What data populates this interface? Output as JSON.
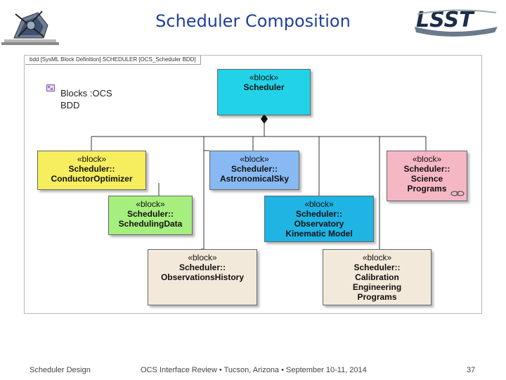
{
  "slide": {
    "title": "Scheduler Composition",
    "footer_left": "Scheduler Design",
    "footer_center": "OCS Interface Review • Tucson, Arizona • September 10-11, 2014",
    "page_number": "37"
  },
  "diagram": {
    "frame_label": "bdd [SysML Block Definition] SCHEDULER [OCS_Scheduler BDD]",
    "legend": [
      "Blocks :OCS",
      "BDD"
    ],
    "stereotype": "«block»",
    "blocks": {
      "root": {
        "lines": [
          "Scheduler"
        ],
        "color": "#22d3e8"
      },
      "conductor": {
        "lines": [
          "Scheduler::",
          "ConductorOptimizer"
        ],
        "color": "#f6ee5e"
      },
      "astro": {
        "lines": [
          "Scheduler::",
          "AstronomicalSky"
        ],
        "color": "#88b9f3"
      },
      "science": {
        "lines": [
          "Scheduler::",
          "Science",
          "Programs"
        ],
        "color": "#f6b7c5"
      },
      "scheddata": {
        "lines": [
          "Scheduler::",
          "SchedulingData"
        ],
        "color": "#a6ef7e"
      },
      "observatory": {
        "lines": [
          "Scheduler::",
          "Observatory",
          "Kinematic Model"
        ],
        "color": "#1fb4e4"
      },
      "history": {
        "lines": [
          "Scheduler::",
          "ObservationsHistory"
        ],
        "color": "#f3e9da"
      },
      "calib": {
        "lines": [
          "Scheduler::",
          "Calibration",
          "Engineering",
          "Programs"
        ],
        "color": "#f3e9da"
      }
    }
  },
  "colors": {
    "title": "#1f3f9c",
    "frame": "#b9b9b9"
  }
}
